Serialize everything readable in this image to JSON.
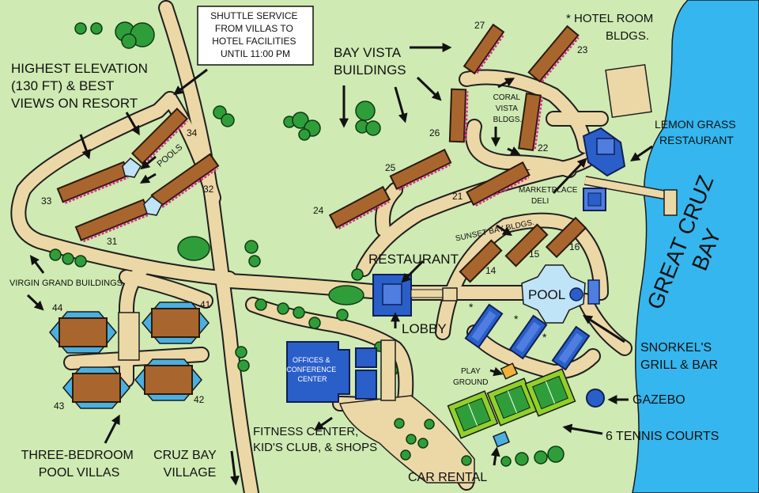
{
  "labels": {
    "shuttle": [
      "SHUTTLE SERVICE",
      "FROM VILLAS TO",
      "HOTEL FACILITIES",
      "UNTIL 11:00 PM"
    ],
    "highest": [
      "HIGHEST ELEVATION",
      "(130 FT) & BEST",
      "VIEWS ON RESORT"
    ],
    "bay_vista": [
      "BAY VISTA",
      "BUILDINGS"
    ],
    "hotel_room": [
      "* HOTEL ROOM",
      "BLDGS."
    ],
    "coral_vista": [
      "CORAL",
      "VISTA",
      "BLDGS."
    ],
    "lemon_grass": [
      "LEMON GRASS",
      "RESTAURANT"
    ],
    "great_cruz": [
      "GREAT CRUZ",
      "BAY"
    ],
    "marketplace": [
      "MARKETPLACE",
      "DELI"
    ],
    "sunset_bay": "SUNSET BAY BLDGS.",
    "pools": "POOLS",
    "virgin_grand": "VIRGIN GRAND BUILDINGS",
    "restaurant": "RESTAURANT",
    "lobby": "LOBBY",
    "pool": "POOL",
    "offices": [
      "OFFICES &",
      "CONFERENCE",
      "CENTER"
    ],
    "play_ground": [
      "PLAY",
      "GROUND"
    ],
    "snorkels": [
      "SNORKEL'S",
      "GRILL & BAR"
    ],
    "gazebo": "GAZEBO",
    "tennis": "6 TENNIS COURTS",
    "fitness": [
      "FITNESS CENTER,",
      "KID'S CLUB, & SHOPS"
    ],
    "villas": [
      "THREE-BEDROOM",
      "POOL VILLAS"
    ],
    "cruz_bay": [
      "CRUZ BAY",
      "VILLAGE"
    ],
    "car_rental": "CAR RENTAL",
    "asterisk": "*"
  },
  "numbers": {
    "b27": "27",
    "b23": "23",
    "b26": "26",
    "b22": "22",
    "b21": "21",
    "b25": "25",
    "b24": "24",
    "b34": "34",
    "b33": "33",
    "b32": "32",
    "b31": "31",
    "b14": "14",
    "b15": "15",
    "b16": "16",
    "b44": "44",
    "b41": "41",
    "b43": "43",
    "b42": "42"
  },
  "colors": {
    "land": "#cfeab3",
    "water": "#35b6ee",
    "road": "#ecd8a6",
    "building": "#a8662e",
    "roof_accent": "#d6348a",
    "facility": "#2a5fc9",
    "tennis": "#8fd12a",
    "tree": "#2f9e3a",
    "pool": "#bfe3f7"
  }
}
